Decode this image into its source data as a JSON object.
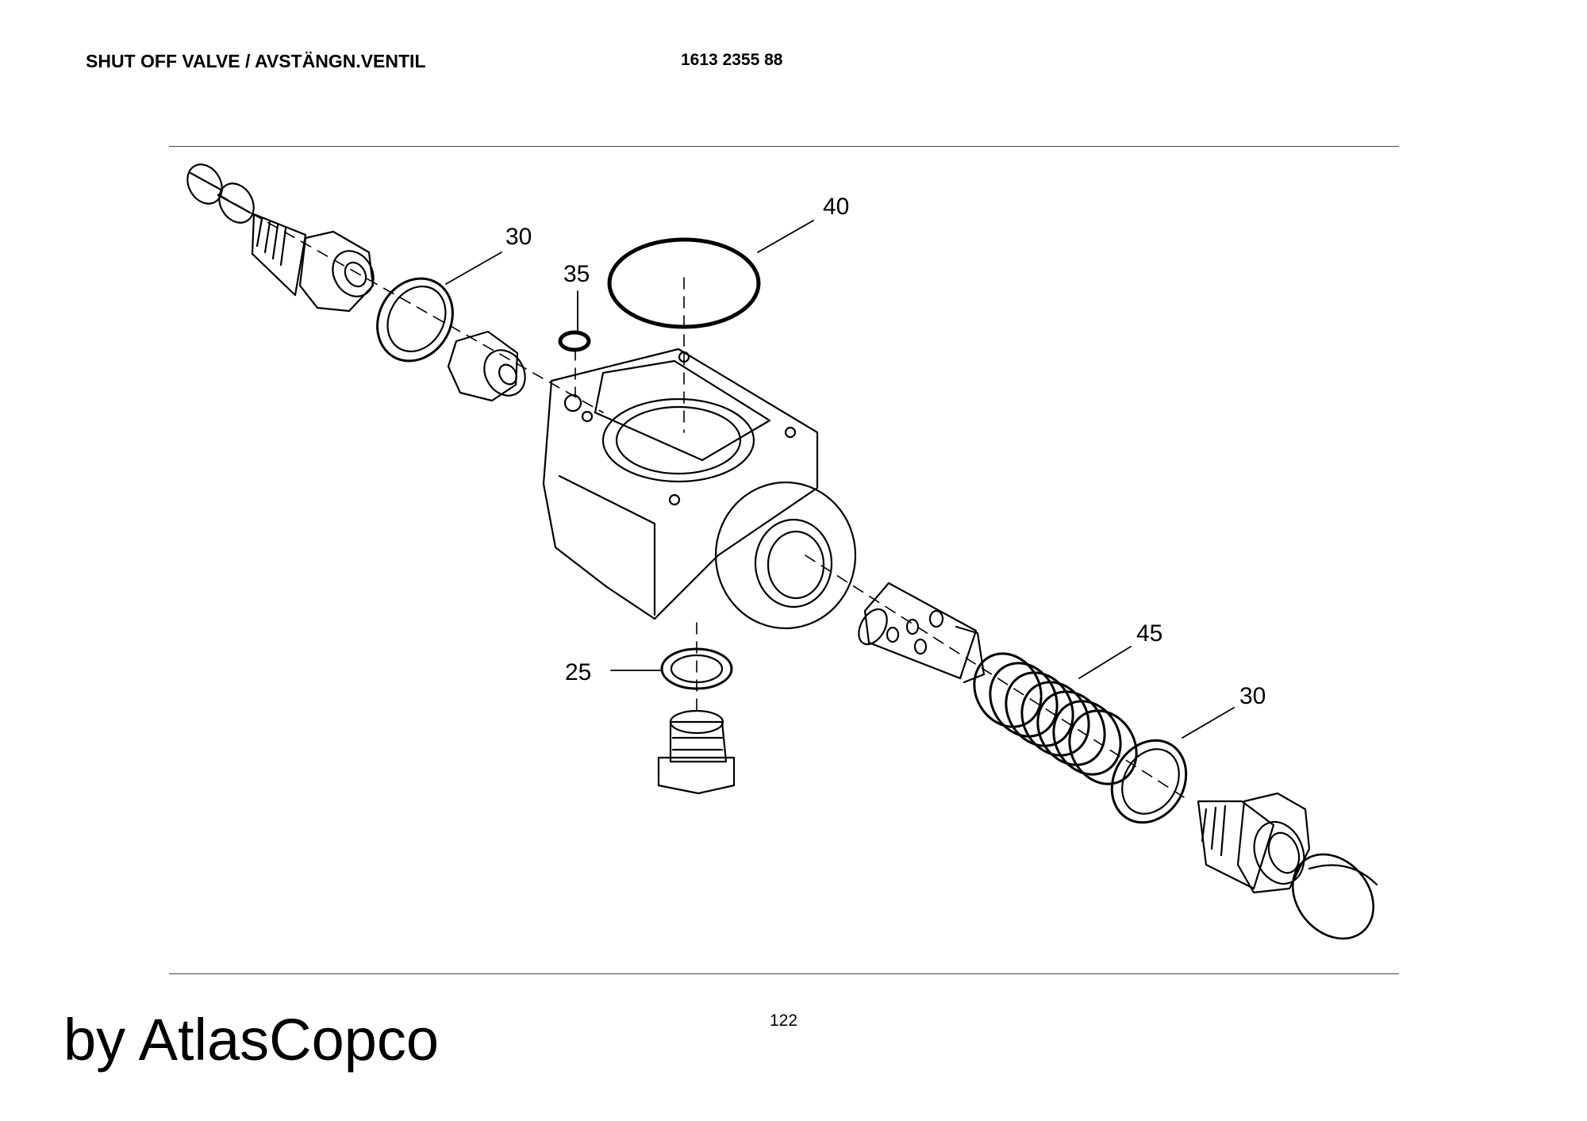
{
  "header": {
    "title": "SHUT OFF VALVE / AVSTÄNGN.VENTIL",
    "part_number": "1613 2355 88"
  },
  "callouts": {
    "c30_top": "30",
    "c35": "35",
    "c40": "40",
    "c25": "25",
    "c45": "45",
    "c30_bottom": "30"
  },
  "footer": {
    "page_number": "122",
    "brand": "by AtlasCopco"
  }
}
